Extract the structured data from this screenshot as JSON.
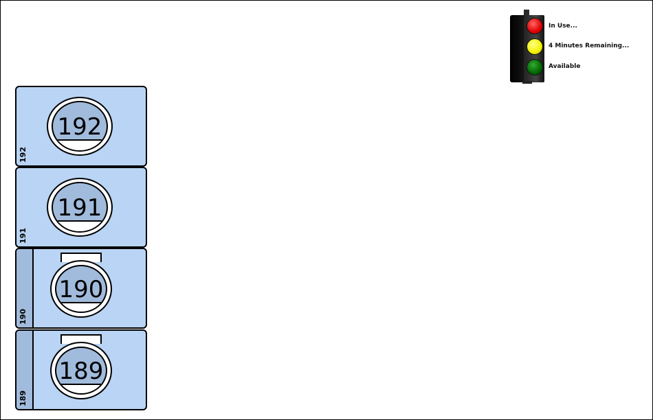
{
  "legend": {
    "in_use": "In Use...",
    "remaining": "4 Minutes Remaining...",
    "available": "Available",
    "colors": {
      "red": "#e00000",
      "yellow": "#f2f200",
      "green": "#006600"
    }
  },
  "rooms": [
    {
      "number": "192",
      "side_label": "192",
      "style": "round"
    },
    {
      "number": "191",
      "side_label": "191",
      "style": "round"
    },
    {
      "number": "190",
      "side_label": "190",
      "style": "tabbed"
    },
    {
      "number": "189",
      "side_label": "189",
      "style": "tabbed"
    }
  ],
  "colors": {
    "room_fill": "#b9d4f4",
    "badge_fill": "#a1bbdc"
  }
}
